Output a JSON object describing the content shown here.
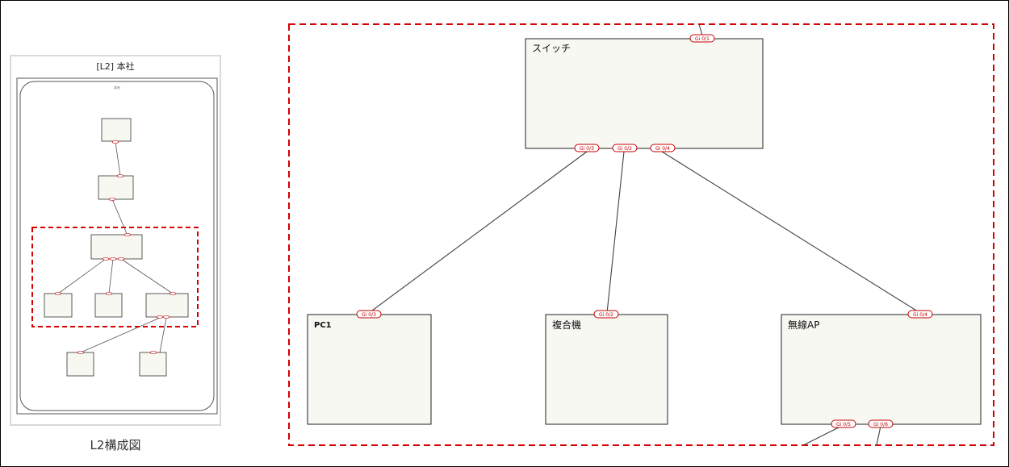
{
  "overview": {
    "title": "[L2] 本社",
    "caption": "L2構成図",
    "inner_label": "本社"
  },
  "diagram": {
    "nodes": {
      "switch": {
        "label": "スイッチ",
        "port_up": "Gi 0/1",
        "port_a": "Gi 0/3",
        "port_b": "Gi 0/2",
        "port_c": "Gi 0/4"
      },
      "pc1": {
        "label": "PC1",
        "port": "Gi 0/3"
      },
      "mfp": {
        "label": "複合機",
        "port": "Gi 0/2"
      },
      "ap": {
        "label": "無線AP",
        "port_up": "Gi 0/4",
        "port_a": "Gi 0/5",
        "port_b": "Gi 0/6"
      }
    }
  },
  "colors": {
    "highlight_border": "#d40000",
    "node_fill": "#f8f8f3",
    "port_stroke": "#c00000",
    "edge": "#404040"
  }
}
